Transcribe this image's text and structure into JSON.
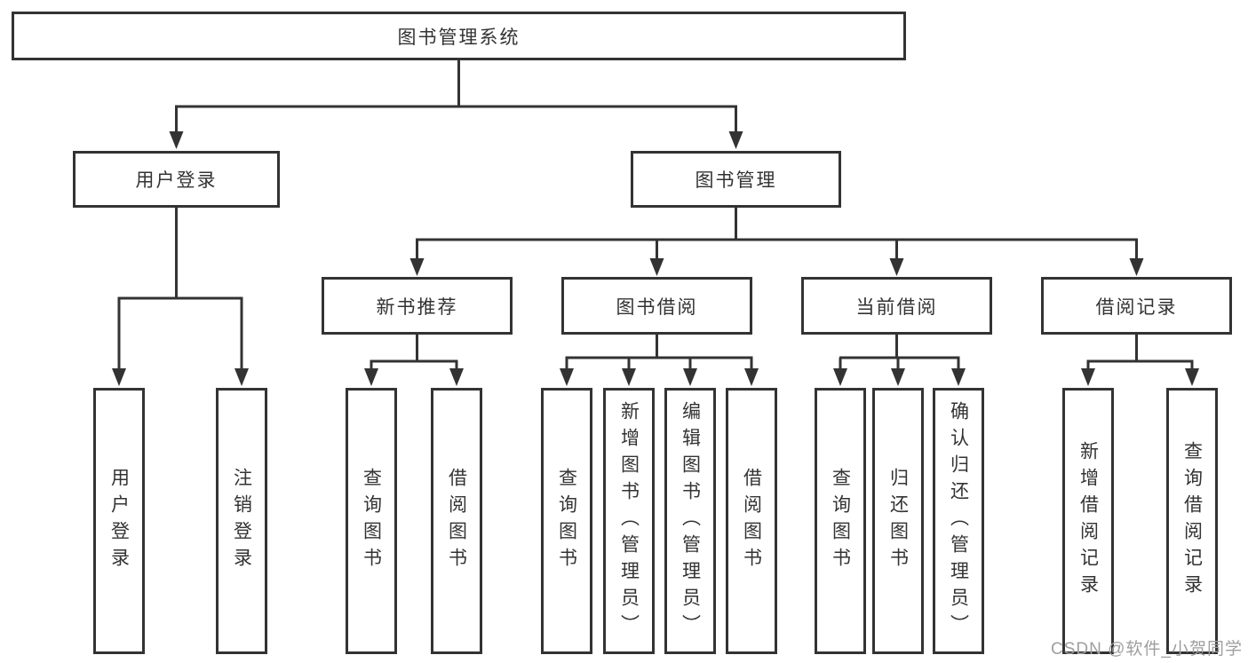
{
  "tree": {
    "root": "图书管理系统",
    "branches": [
      {
        "label": "用户登录",
        "children": [
          "用户登录",
          "注销登录"
        ]
      },
      {
        "label": "图书管理",
        "groups": [
          {
            "label": "新书推荐",
            "children": [
              "查询图书",
              "借阅图书"
            ]
          },
          {
            "label": "图书借阅",
            "children": [
              "查询图书",
              "新增图书（管理员）",
              "编辑图书（管理员）",
              "借阅图书"
            ]
          },
          {
            "label": "当前借阅",
            "children": [
              "查询图书",
              "归还图书",
              "确认归还（管理员）"
            ]
          },
          {
            "label": "借阅记录",
            "children": [
              "新增借阅记录",
              "查询借阅记录"
            ]
          }
        ]
      }
    ]
  },
  "watermark": "CSDN @软件_小贺同学",
  "colors": {
    "line": "#333333",
    "box_border": "#333333",
    "text": "#333333",
    "background": "#ffffff",
    "watermark_text": "#9e9e9e"
  }
}
